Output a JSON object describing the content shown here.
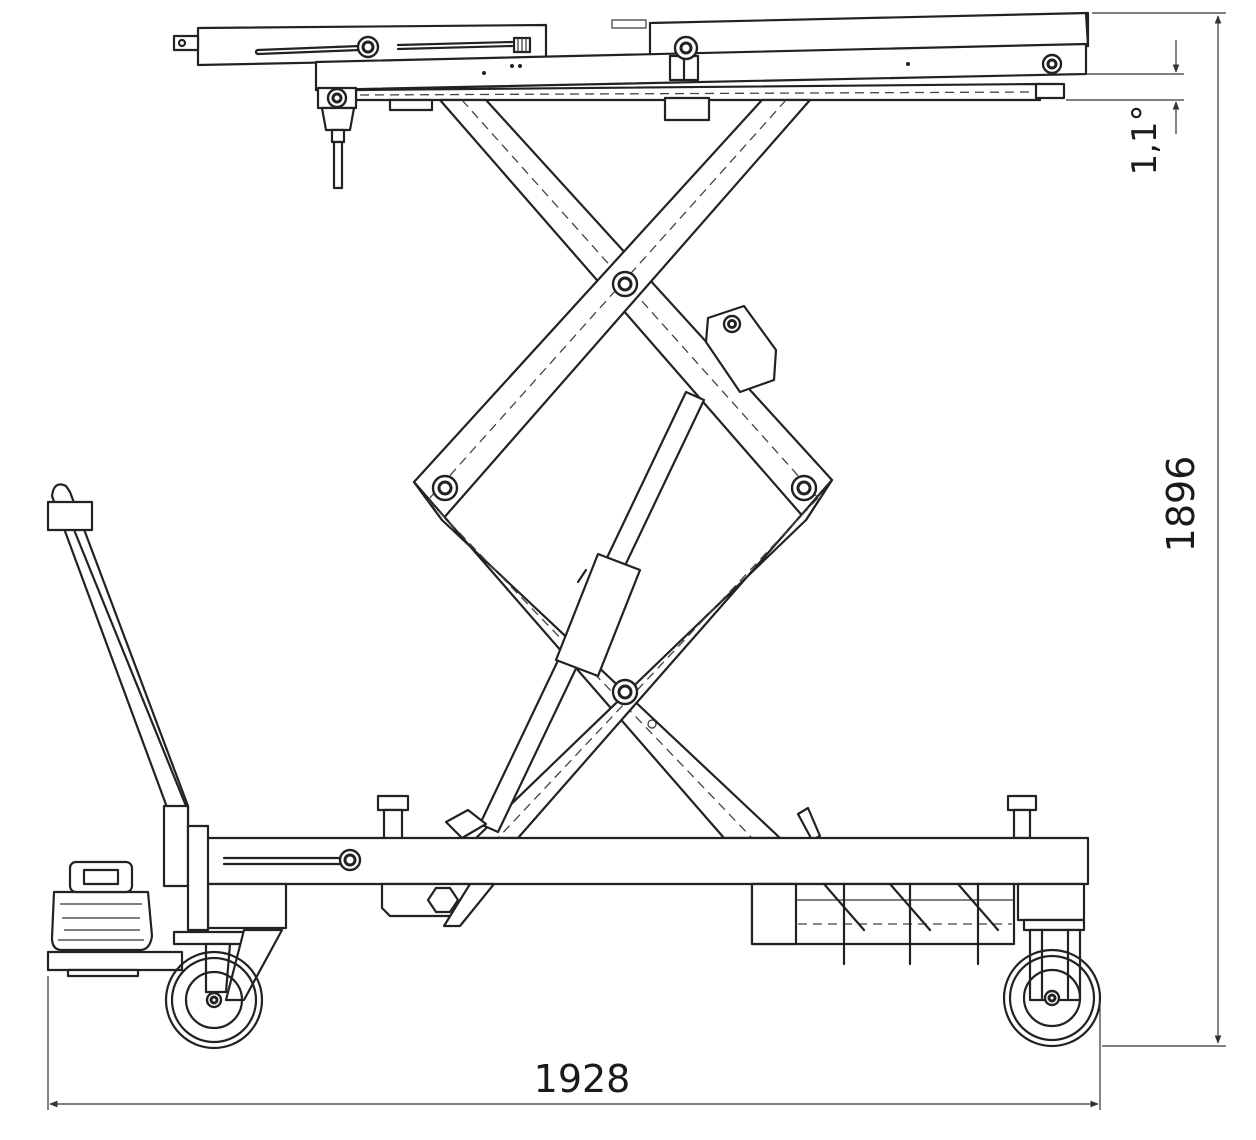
{
  "dimensions": {
    "total_length": "1928",
    "max_height": "1896",
    "tilt_angle": "1,1°"
  }
}
